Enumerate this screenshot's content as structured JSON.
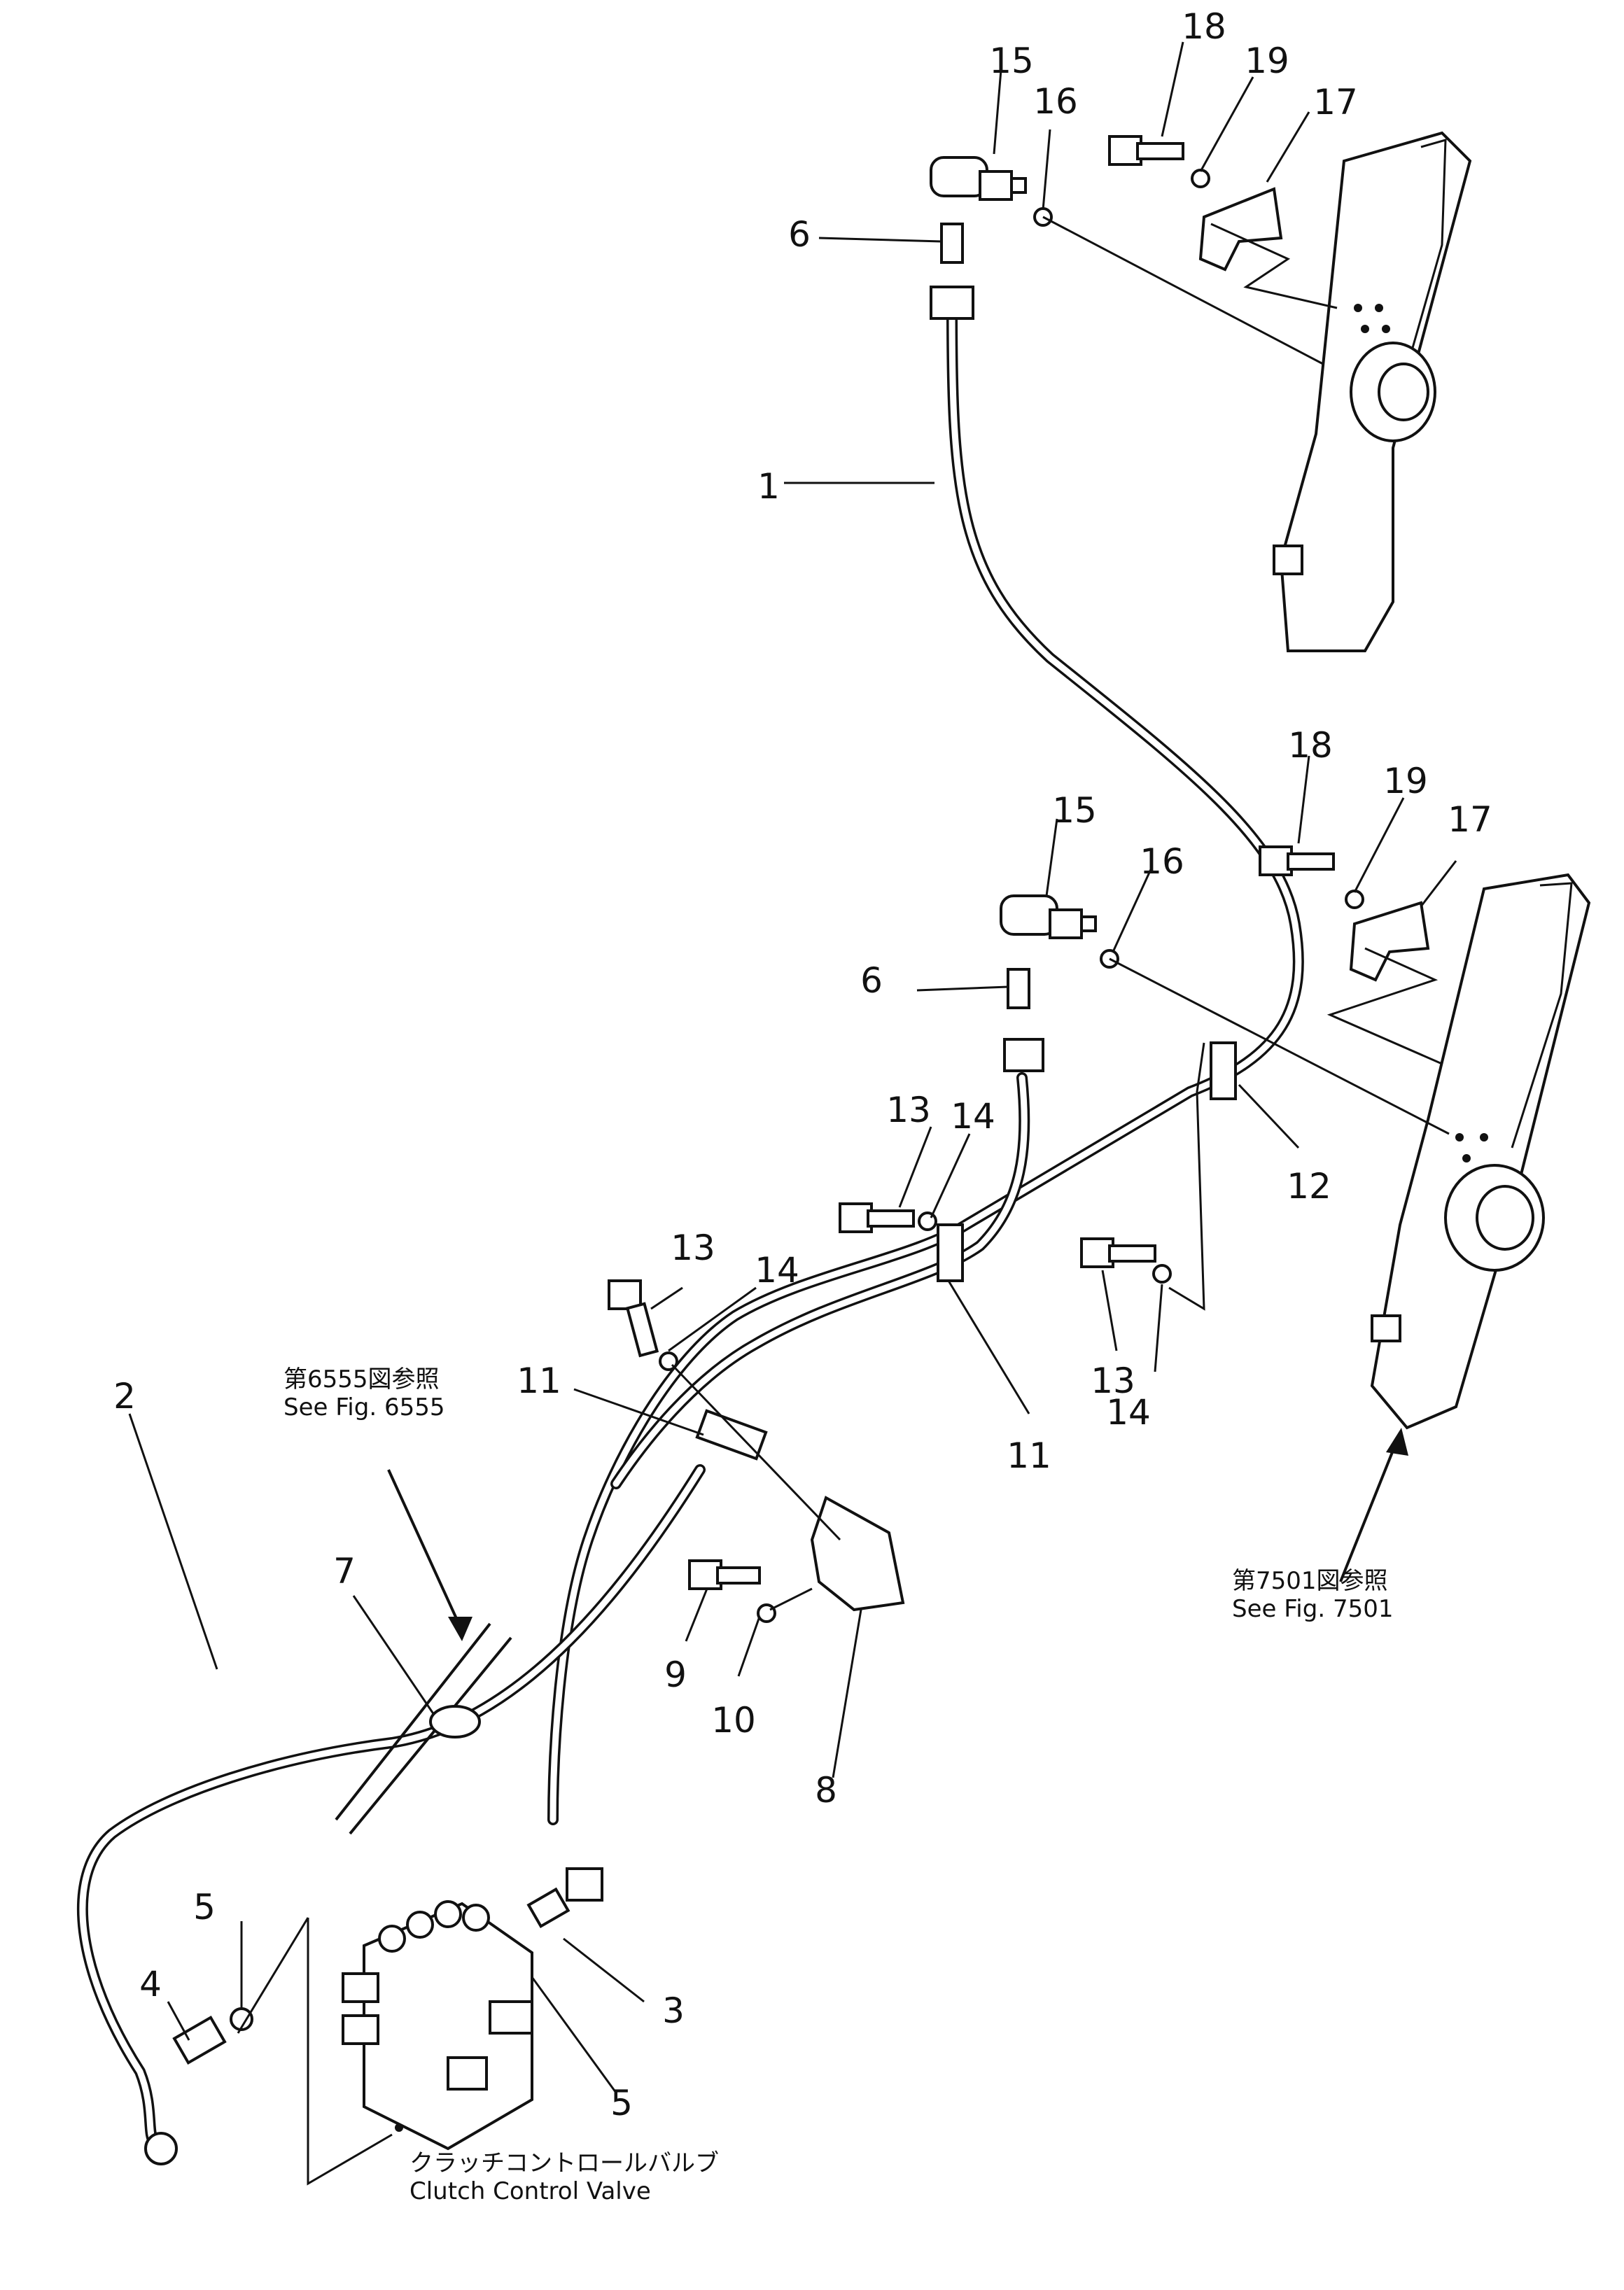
{
  "parts": {
    "p1": "1",
    "p2": "2",
    "p3": "3",
    "p4": "4",
    "p5a": "5",
    "p5b": "5",
    "p6a": "6",
    "p6b": "6",
    "p7": "7",
    "p8": "8",
    "p9": "9",
    "p10": "10",
    "p11a": "11",
    "p11b": "11",
    "p12": "12",
    "p13a": "13",
    "p13b": "13",
    "p13c": "13",
    "p14a": "14",
    "p14b": "14",
    "p14c": "14",
    "p15a": "15",
    "p15b": "15",
    "p16a": "16",
    "p16b": "16",
    "p17a": "17",
    "p17b": "17",
    "p18a": "18",
    "p18b": "18",
    "p19a": "19",
    "p19b": "19"
  },
  "notes": {
    "fig6555_jp": "第6555図参照",
    "fig6555_en": "See  Fig. 6555",
    "fig7501_jp": "第7501図参照",
    "fig7501_en": "See  Fig. 7501",
    "valve_jp": "クラッチコントロールバルブ",
    "valve_en": "Clutch  Control  Valve"
  }
}
